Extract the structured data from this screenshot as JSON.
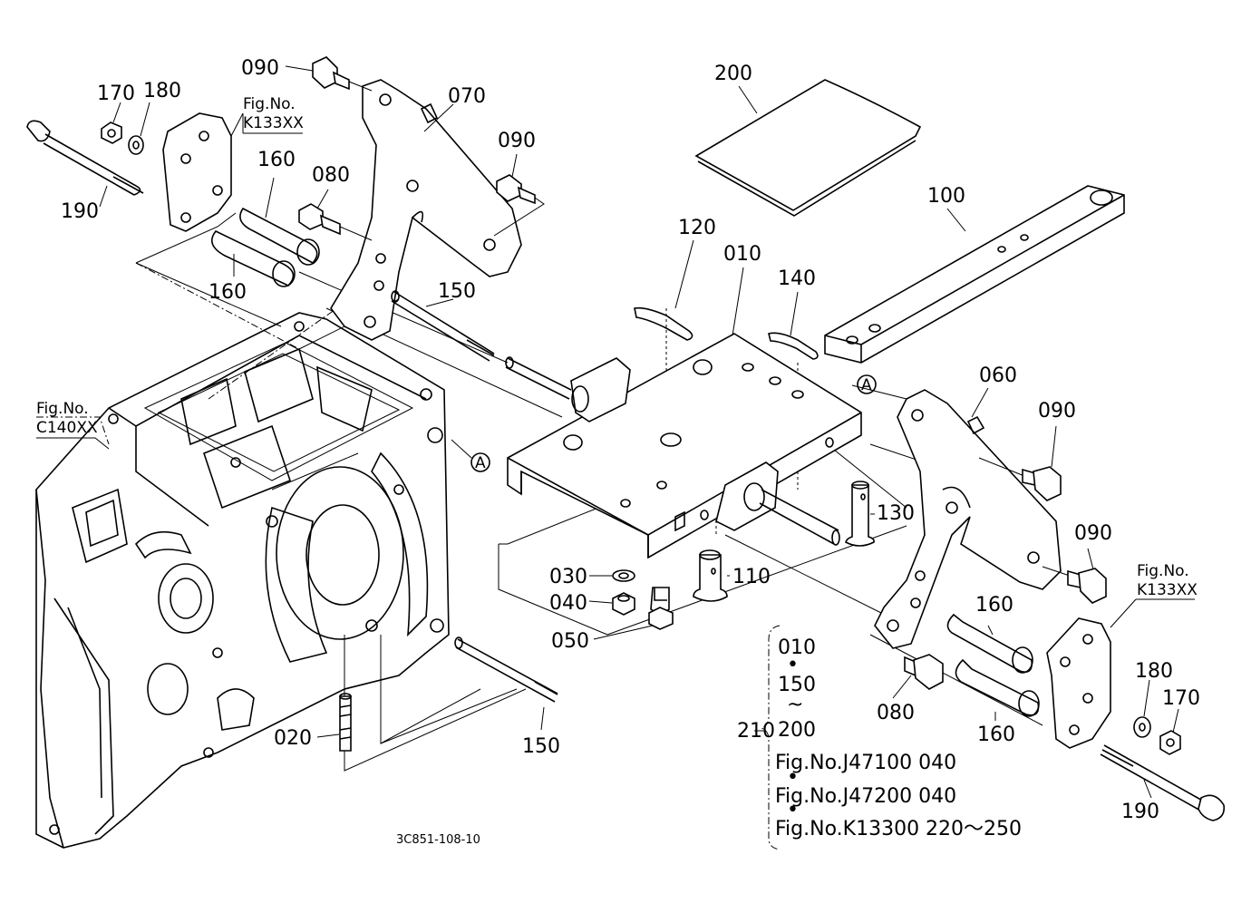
{
  "labels": {
    "p010": "010",
    "p020": "020",
    "p030": "030",
    "p040": "040",
    "p050": "050",
    "p060": "060",
    "p070": "070",
    "p080_left": "080",
    "p080_right": "080",
    "p090_top": "090",
    "p090_mid": "090",
    "p090_right1": "090",
    "p090_right2": "090",
    "p100": "100",
    "p110": "110",
    "p120": "120",
    "p130": "130",
    "p140": "140",
    "p150_top": "150",
    "p150_bottom": "150",
    "p160_top": "160",
    "p160_left": "160",
    "p160_right1": "160",
    "p160_right2": "160",
    "p170_left": "170",
    "p170_right": "170",
    "p180_left": "180",
    "p180_right": "180",
    "p190_left": "190",
    "p190_right": "190",
    "p200": "200",
    "p210": "210"
  },
  "references": {
    "k133_left_line1": "Fig.No.",
    "k133_left_line2": "K133XX",
    "c140_line1": "Fig.No.",
    "c140_line2": "C140XX",
    "k133_right_line1": "Fig.No.",
    "k133_right_line2": "K133XX",
    "marker_a": "A"
  },
  "set_block": {
    "line1": "010",
    "dot": "•",
    "line2": "150",
    "tilde": "~",
    "line3": "200",
    "line4": "Fig.No.J47100  040",
    "line5": "Fig.No.J47200  040",
    "line6": "Fig.No.K13300  220～250"
  },
  "drawing_code": "3C851-108-10"
}
